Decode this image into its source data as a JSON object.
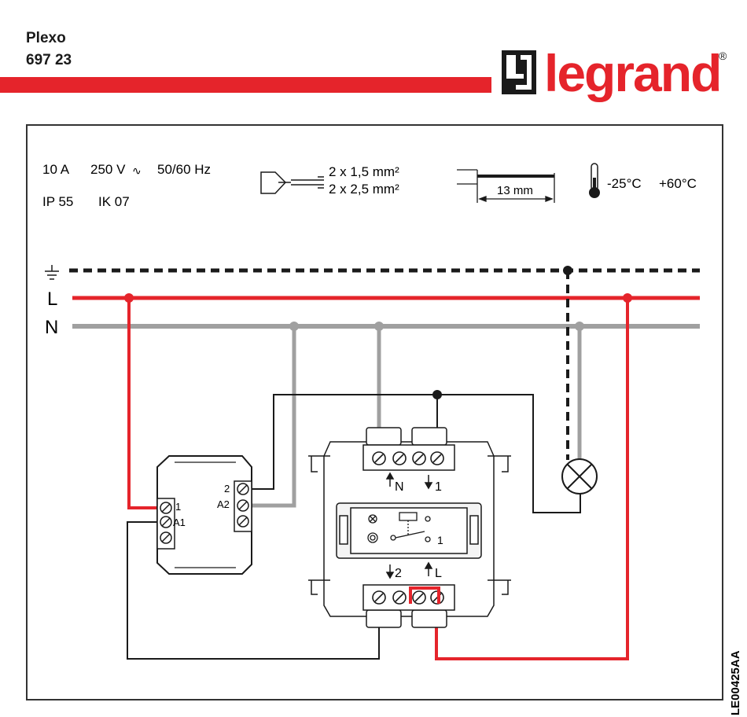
{
  "header": {
    "product_line": "Plexo",
    "product_code": "697 23"
  },
  "brand": {
    "name": "legrand",
    "registered_mark": "®",
    "color": "#e5242b"
  },
  "specs": {
    "rating": "10 A",
    "voltage": "250 V",
    "ac_symbol": "∿",
    "frequency": "50/60 Hz",
    "ip_rating": "IP 55",
    "ik_rating": "IK 07",
    "wire_size_1": "2 x 1,5 mm²",
    "wire_size_2": "2 x 2,5 mm²",
    "strip_length": "13 mm",
    "temp_min": "-25°C",
    "temp_max": "+60°C"
  },
  "lines": {
    "live": "L",
    "neutral": "N",
    "live_color": "#e5242b",
    "neutral_color": "#a0a0a0",
    "earth_color": "#1a1a1a"
  },
  "relay": {
    "terminal_1": "1",
    "terminal_a1": "A1",
    "terminal_2": "2",
    "terminal_a2": "A2"
  },
  "switch": {
    "label_n": "N",
    "label_1_top": "1",
    "label_2": "2",
    "label_l": "L",
    "label_1_inner": "1"
  },
  "document_ref": "LE00425AA"
}
